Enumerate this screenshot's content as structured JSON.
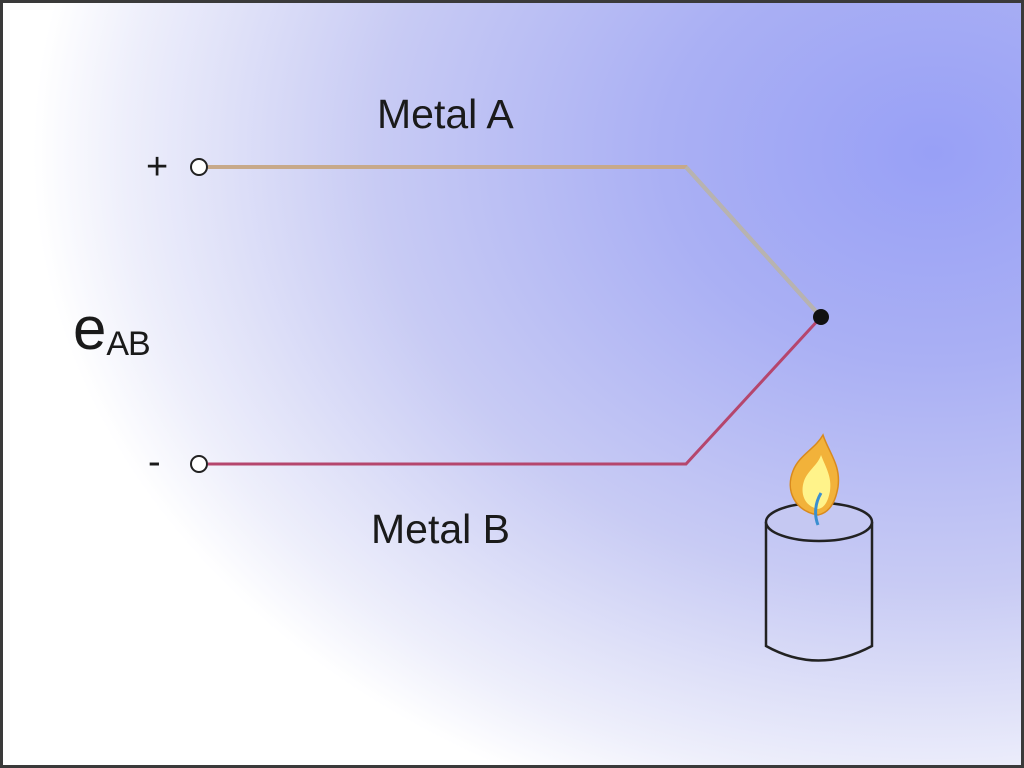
{
  "labels": {
    "metal_a": "Metal A",
    "metal_b": "Metal B",
    "positive_terminal": "+",
    "negative_terminal": "-",
    "emf_main": "e",
    "emf_subscript": "AB"
  },
  "colors": {
    "wire_a": "#c7a98a",
    "wire_a_diagonal": "#b7b3b0",
    "wire_b": "#b5466d",
    "junction": "#111111",
    "flame_outer": "#f2b23a",
    "flame_inner": "#fff38a",
    "wick": "#3a8fd0",
    "candle_outline": "#222222"
  },
  "icons": {
    "heat_source": "candle-icon",
    "junction": "junction-dot",
    "terminals": "terminal-circle"
  }
}
